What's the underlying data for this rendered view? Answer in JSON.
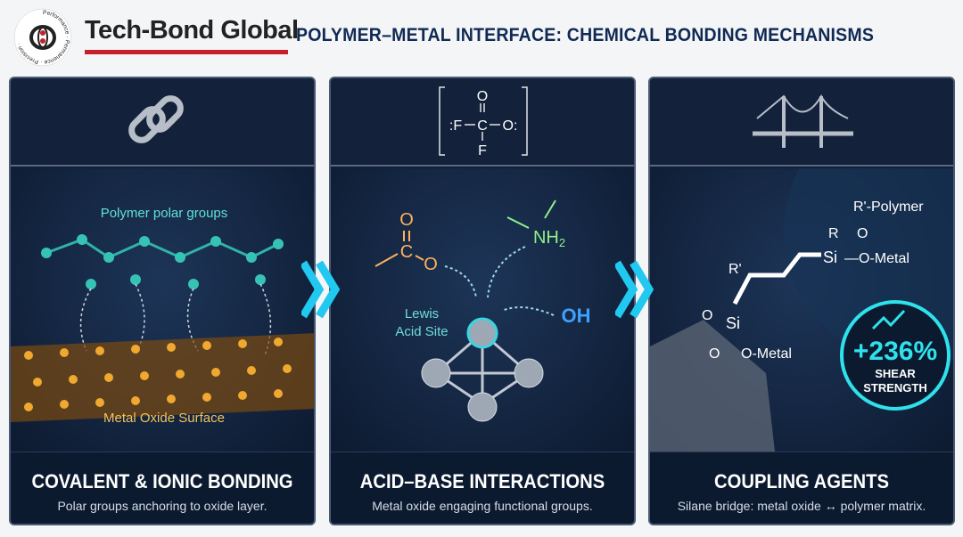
{
  "header": {
    "logo_ring_text": "Performance · Permanence · Precision ·",
    "brand": "Tech-Bond Global",
    "title": "POLYMER–METAL INTERFACE: CHEMICAL BONDING MECHANISMS",
    "accent_color": "#c8202a"
  },
  "panels": [
    {
      "icon": "chain-link-icon",
      "labels": {
        "top": "Polymer polar groups",
        "bottom": "Metal Oxide Surface"
      },
      "heading": "COVALENT & IONIC BONDING",
      "subtitle": "Polar groups anchoring to oxide layer."
    },
    {
      "icon": "lewis-structure-icon",
      "lewis": {
        "top": "O",
        "left": ":F",
        "center": "C",
        "right": "O:",
        "bottom": "F"
      },
      "labels": {
        "carbonyl_c": "C",
        "carbonyl_o1": "O",
        "carbonyl_o2": "O",
        "amine": "NH",
        "amine_sub": "2",
        "hydroxyl": "OH",
        "site": "Lewis",
        "site2": "Acid Site"
      },
      "heading": "ACID–BASE INTERACTIONS",
      "subtitle": "Metal oxide engaging functional groups."
    },
    {
      "icon": "bridge-icon",
      "labels": {
        "r_prime": "R'",
        "polymer": "R'-Polymer",
        "r": "R",
        "o_top": "O",
        "si_top": "Si",
        "o_metal_top": "—O-Metal",
        "si": "Si",
        "o_left": "O",
        "o_bottom": "O",
        "o_metal": "O-Metal"
      },
      "stat": {
        "value": "+236%",
        "label1": "SHEAR",
        "label2": "STRENGTH",
        "icon": "trend-up-icon"
      },
      "heading": "COUPLING AGENTS",
      "subtitle": "Silane bridge: metal oxide ↔ polymer matrix."
    }
  ]
}
